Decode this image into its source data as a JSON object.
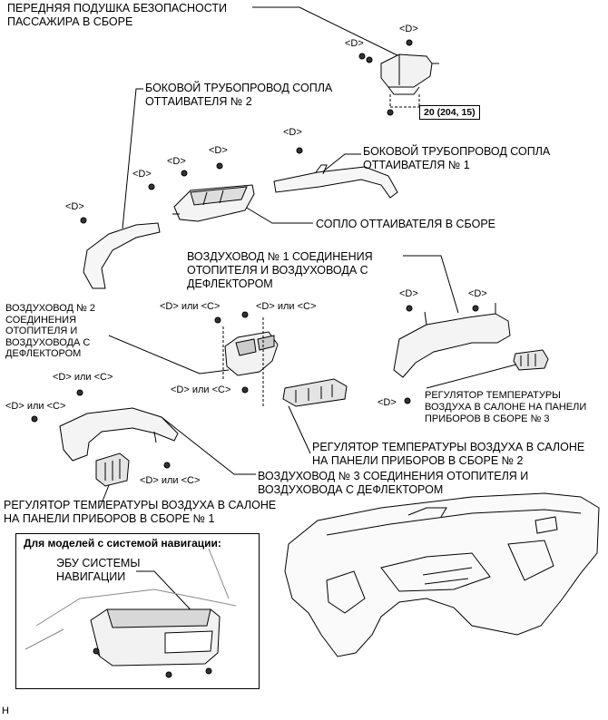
{
  "labels": {
    "passenger_airbag": [
      "ПЕРЕДНЯЯ ПОДУШКА БЕЗОПАСНОСТИ",
      "ПАССАЖИРА В СБОРЕ"
    ],
    "side_duct_2": [
      "БОКОВОЙ ТРУБОПРОВОД СОПЛА",
      "ОТТАИВАТЕЛЯ № 2"
    ],
    "side_duct_1": [
      "БОКОВОЙ ТРУБОПРОВОД СОПЛА",
      "ОТТАИВАТЕЛЯ № 1"
    ],
    "defroster_nozzle": "СОПЛО ОТТАИВАТЕЛЯ В СБОРЕ",
    "duct_1": [
      "ВОЗДУХОВОД № 1 СОЕДИНЕНИЯ",
      "ОТОПИТЕЛЯ И ВОЗДУХОВОДА С",
      "ДЕФЛЕКТОРОМ"
    ],
    "duct_2": [
      "ВОЗДУХОВОД № 2",
      "СОЕДИНЕНИЯ",
      "ОТОПИТЕЛЯ И",
      "ВОЗДУХОВОДА С",
      "ДЕФЛЕКТОРОМ"
    ],
    "regulator_3": [
      "РЕГУЛЯТОР ТЕМПЕРАТУРЫ",
      "ВОЗДУХА В САЛОНЕ НА ПАНЕЛИ",
      "ПРИБОРОВ В СБОРЕ № 3"
    ],
    "regulator_2": [
      "РЕГУЛЯТОР ТЕМПЕРАТУРЫ ВОЗДУХА В САЛОНЕ",
      "НА ПАНЕЛИ ПРИБОРОВ В СБОРЕ № 2"
    ],
    "duct_3": [
      "ВОЗДУХОВОД № 3 СОЕДИНЕНИЯ ОТОПИТЕЛЯ И",
      "ВОЗДУХОВОДА С ДЕФЛЕКТОРОМ"
    ],
    "regulator_1": [
      "РЕГУЛЯТОР ТЕМПЕРАТУРЫ ВОЗДУХА В САЛОНЕ",
      "НА ПАНЕЛИ ПРИБОРОВ В СБОРЕ № 1"
    ],
    "nav_title": "Для моделей с системой навигации:",
    "nav_ecu": [
      "ЭБУ СИСТЕМЫ",
      "НАВИГАЦИИ"
    ]
  },
  "fasteners": {
    "d": "<D>",
    "d_or_c": "<D> или <C>"
  },
  "torque": "20 (204, 15)",
  "footer_code": "H"
}
